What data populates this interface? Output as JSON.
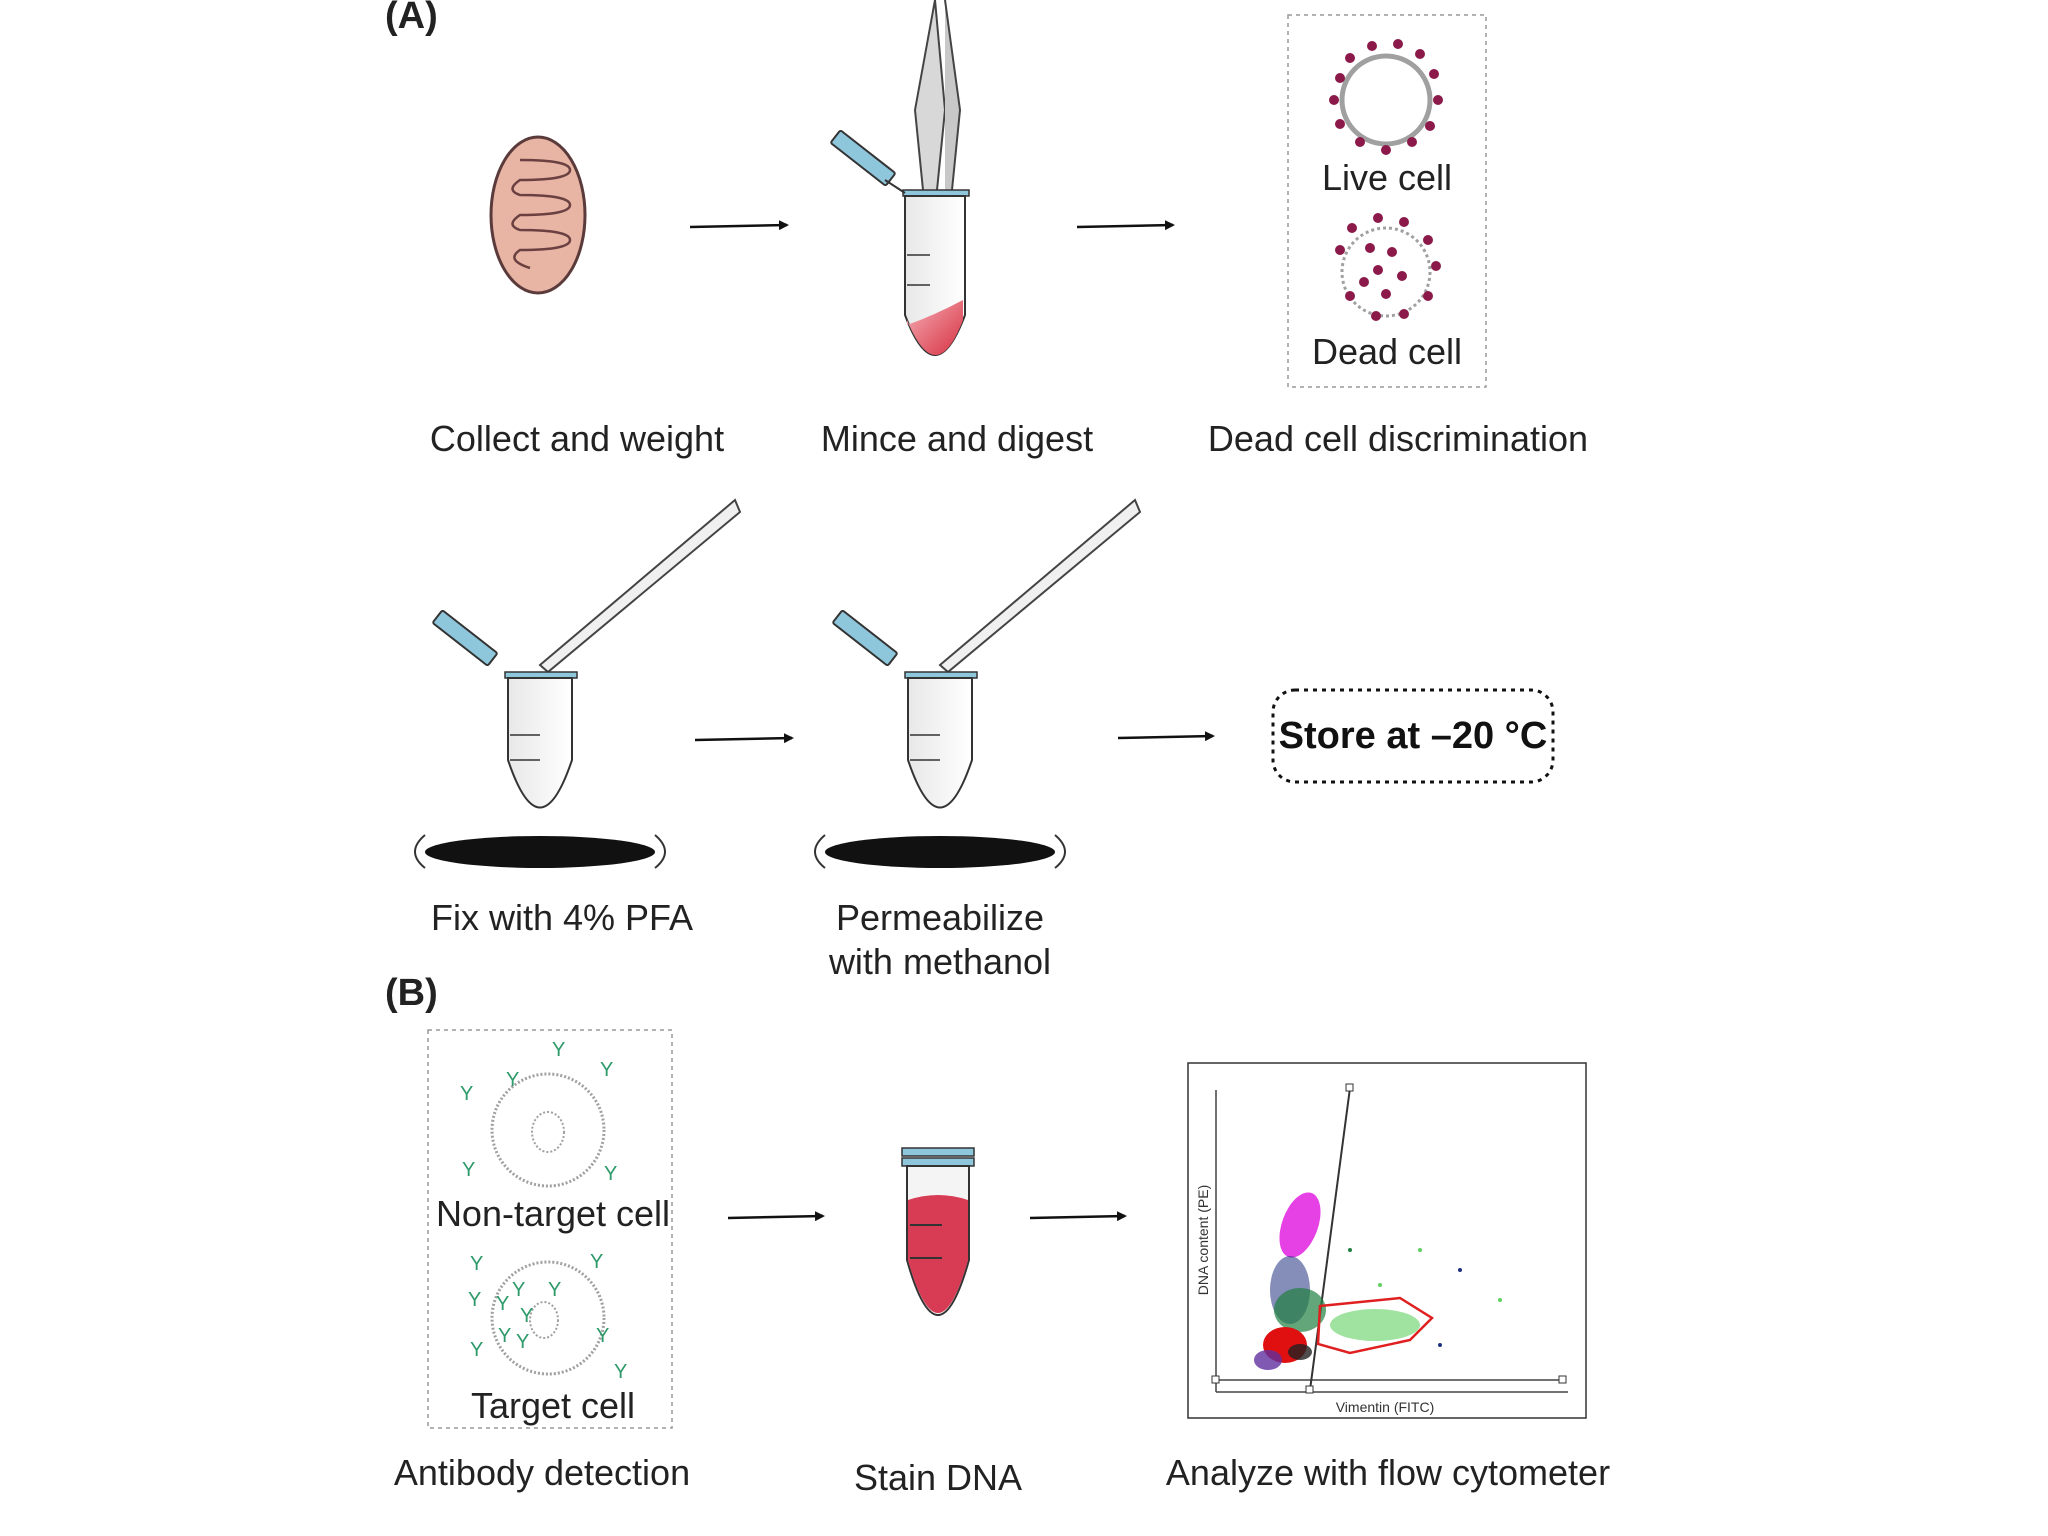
{
  "panel_a_label": "(A)",
  "panel_b_label": "(B)",
  "steps_a": {
    "collect": "Collect and weight",
    "mince": "Mince and digest",
    "dead_cell": "Dead cell discrimination",
    "fix": "Fix with 4% PFA",
    "permeabilize_line1": "Permeabilize",
    "permeabilize_line2": "with methanol"
  },
  "cells_a": {
    "live": "Live cell",
    "dead": "Dead cell"
  },
  "store_label": "Store at –20 °C",
  "steps_b": {
    "antibody": "Antibody detection",
    "stain": "Stain DNA",
    "analyze": "Analyze with flow cytometer"
  },
  "cells_b": {
    "non_target": "Non-target cell",
    "target": "Target cell"
  },
  "cytometry_plot": {
    "x_axis_label": "Vimentin (FITC)",
    "y_axis_label": "DNA content (PE)"
  },
  "colors": {
    "tissue": "#e8b4a4",
    "tube_cap": "#8ec6dc",
    "dye": "#c9a4c4",
    "stain_red": "#d83c55",
    "antibody_green": "#2e9a6a",
    "dot_dark_red": "#8b1a4a",
    "magenta": "#e020e0",
    "gate_red": "#e02020"
  }
}
